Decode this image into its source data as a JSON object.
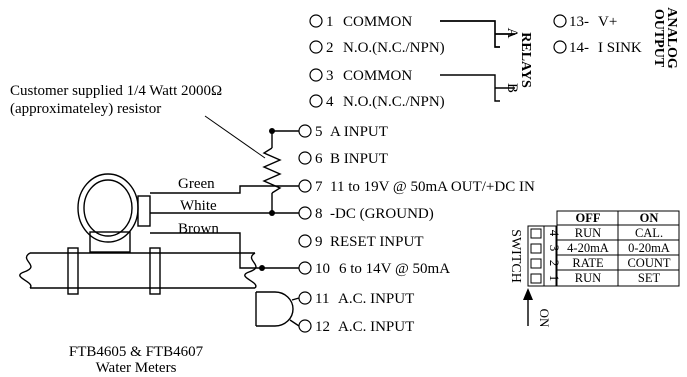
{
  "terminals": [
    {
      "num": "1",
      "label": "COMMON"
    },
    {
      "num": "2",
      "label": "N.O.(N.C./NPN)"
    },
    {
      "num": "3",
      "label": "COMMON"
    },
    {
      "num": "4",
      "label": "N.O.(N.C./NPN)"
    },
    {
      "num": "5",
      "label": "A INPUT"
    },
    {
      "num": "6",
      "label": "B INPUT"
    },
    {
      "num": "7",
      "label": "11 to 19V @ 50mA OUT/+DC IN"
    },
    {
      "num": "8",
      "label": "-DC (GROUND)"
    },
    {
      "num": "9",
      "label": "RESET INPUT"
    },
    {
      "num": "10",
      "label": "6 to 14V @ 50mA"
    },
    {
      "num": "11",
      "label": "A.C. INPUT"
    },
    {
      "num": "12",
      "label": "A.C. INPUT"
    }
  ],
  "analog_terminals": [
    {
      "num": "13-",
      "label": "V+"
    },
    {
      "num": "14-",
      "label": "I SINK"
    }
  ],
  "relays": {
    "title": "RELAYS",
    "a": "A",
    "b": "B"
  },
  "analog_output": {
    "line1": "ANALOG",
    "line2": "OUTPUT"
  },
  "resistor_note": {
    "line1": "Customer supplied 1/4 Watt 2000Ω",
    "line2": "(approximateley) resistor"
  },
  "wires": {
    "green": "Green",
    "white": "White",
    "brown": "Brown"
  },
  "meter": {
    "line1": "FTB4605 & FTB4607",
    "line2": "Water Meters"
  },
  "switch": {
    "title": "SWITCH",
    "on_arrow_label": "ON",
    "headers": {
      "off": "OFF",
      "on": "ON"
    },
    "rows": [
      {
        "num": "4",
        "off": "RUN",
        "on": "CAL."
      },
      {
        "num": "3",
        "off": "4-20mA",
        "on": "0-20mA"
      },
      {
        "num": "2",
        "off": "RATE",
        "on": "COUNT"
      },
      {
        "num": "1",
        "off": "RUN",
        "on": "SET"
      }
    ]
  }
}
